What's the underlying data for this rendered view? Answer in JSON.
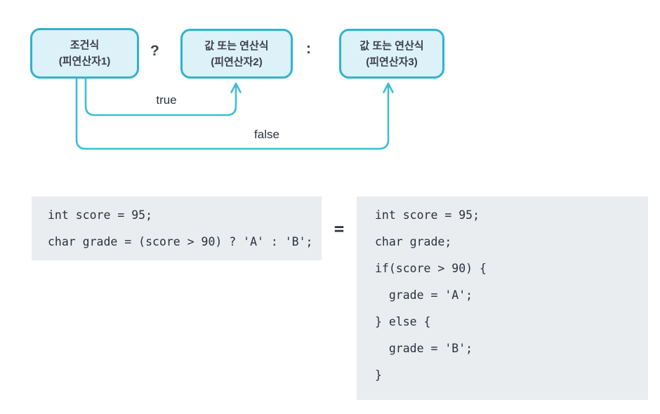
{
  "diagram": {
    "boxes": [
      {
        "line1": "조건식",
        "line2": "(피연산자1)"
      },
      {
        "line1": "값 또는 연산식",
        "line2": "(피연산자2)"
      },
      {
        "line1": "값 또는 연산식",
        "line2": "(피연산자3)"
      }
    ],
    "question_mark": "?",
    "colon": ":",
    "true_label": "true",
    "false_label": "false"
  },
  "equivalence": {
    "equals_sign": "=",
    "left_code": {
      "lines": [
        "int score = 95;",
        "char grade = (score > 90) ? 'A' : 'B';"
      ]
    },
    "right_code": {
      "lines": [
        "int score = 95;",
        "char grade;",
        "if(score > 90) {",
        "  grade = 'A';",
        "} else {",
        "  grade = 'B';",
        "}"
      ]
    }
  },
  "colors": {
    "accent_cyan_border": "#2db4ce",
    "accent_cyan_arrow": "#3fbdd5",
    "box_fill": "#ddf1f8",
    "code_background": "#e9edef",
    "text_dark": "#2c313c"
  }
}
